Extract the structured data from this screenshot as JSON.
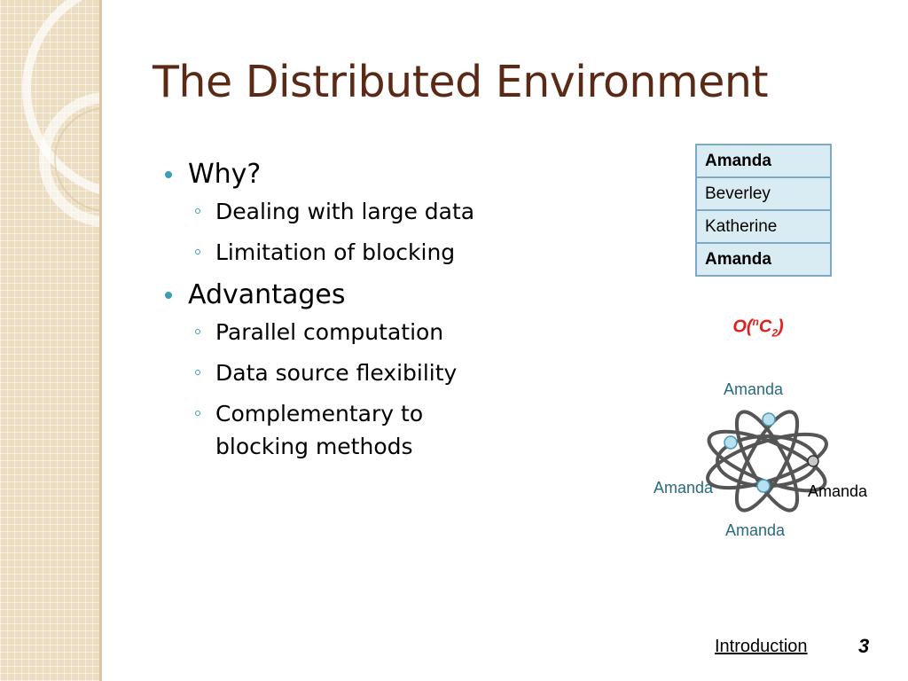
{
  "slide": {
    "title": "The Distributed Environment",
    "bullets": [
      {
        "text": "Why?",
        "sub": [
          "Dealing with large data",
          "Limitation of blocking"
        ]
      },
      {
        "text": "Advantages",
        "sub": [
          "Parallel computation",
          "Data source flexibility",
          "Complementary to blocking methods"
        ]
      }
    ],
    "table": {
      "rows": [
        {
          "name": "Amanda",
          "bold": true
        },
        {
          "name": "Beverley",
          "bold": false
        },
        {
          "name": "Katherine",
          "bold": false
        },
        {
          "name": "Amanda",
          "bold": true
        }
      ]
    },
    "complexity": {
      "prefix": "O(",
      "sup": "n",
      "base": "C",
      "sub": "2",
      "suffix": ")"
    },
    "diagram": {
      "labels": {
        "top": "Amanda",
        "left": "Amanda",
        "right": "Amanda",
        "bottom": "Amanda"
      },
      "colors": {
        "node": "#b8e0ee",
        "node_border": "#4a9ab8",
        "node_dark": "#c8c8c8",
        "edge": "#555555"
      }
    },
    "footer": {
      "link": "Introduction",
      "page": "3"
    }
  }
}
